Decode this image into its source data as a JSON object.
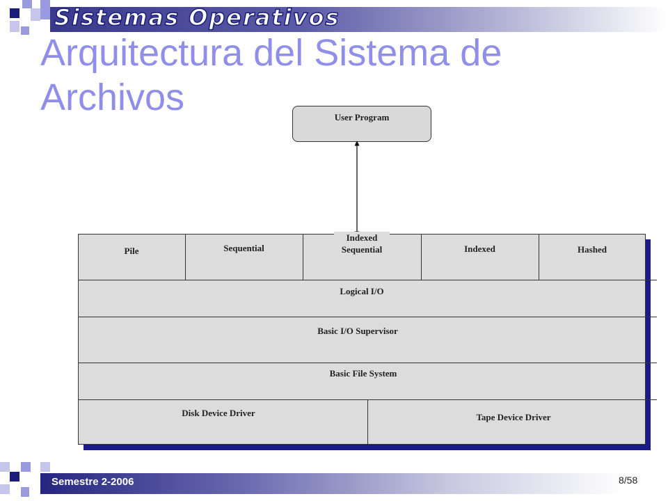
{
  "header": {
    "title": "Sistemas Operativos"
  },
  "slide": {
    "title": "Arquitectura del Sistema de Archivos"
  },
  "diagram": {
    "user_program": "User Program",
    "access_methods": [
      "Pile",
      "Sequential",
      "Indexed Sequential",
      "Indexed",
      "Hashed"
    ],
    "layers": [
      "Logical I/O",
      "Basic I/O Supervisor",
      "Basic File System"
    ],
    "drivers": [
      "Disk Device Driver",
      "Tape Device Driver"
    ]
  },
  "footer": {
    "semester": "Semestre 2-2006",
    "page": "8/58"
  },
  "colors": {
    "title": "#8f8fea",
    "header_dark": "#1c1c7a",
    "box_fill": "#dcdcdc",
    "shadow": "#1a1a8a"
  }
}
